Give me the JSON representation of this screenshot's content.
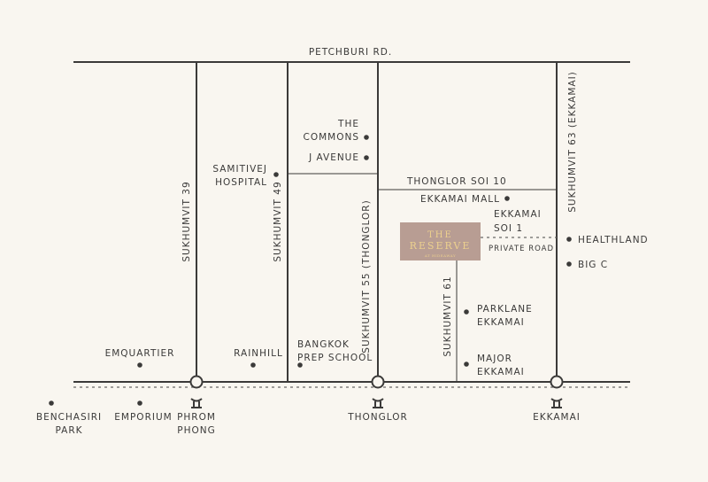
{
  "roads": {
    "petchburi": "PETCHBURI RD.",
    "soi39": "SUKHUMVIT 39",
    "soi49": "SUKHUMVIT 49",
    "soi55": "SUKHUMVIT 55 (THONGLOR)",
    "soi61": "SUKHUMVIT 61",
    "soi63": "SUKHUMVIT 63 (EKKAMAI)",
    "thonglor10": "THONGLOR SOI 10",
    "ekkamai1_a": "EKKAMAI",
    "ekkamai1_b": "SOI 1",
    "private_road": "PRIVATE ROAD"
  },
  "landmarks": {
    "commons_a": "THE",
    "commons_b": "COMMONS",
    "javenue": "J AVENUE",
    "samitivej_a": "SAMITIVEJ",
    "samitivej_b": "HOSPITAL",
    "ekkamai_mall": "EKKAMAI MALL",
    "healthland": "HEALTHLAND",
    "bigc": "BIG C",
    "parklane_a": "PARKLANE",
    "parklane_b": "EKKAMAI",
    "major_a": "MAJOR",
    "major_b": "EKKAMAI",
    "emquartier": "EMQUARTIER",
    "rainhill": "RAINHILL",
    "bkkprep_a": "BANGKOK",
    "bkkprep_b": "PREP SCHOOL",
    "benchasiri_a": "BENCHASIRI",
    "benchasiri_b": "PARK",
    "emporium": "EMPORIUM"
  },
  "stations": {
    "phromphong_a": "PHROM",
    "phromphong_b": "PHONG",
    "thonglor": "THONGLOR",
    "ekkamai": "EKKAMAI"
  },
  "project": {
    "line1": "THE",
    "line2": "RESERVE",
    "line3": "AT HIDEAWAY",
    "box_color": "#b89d93",
    "text_color": "#ecd08e"
  }
}
